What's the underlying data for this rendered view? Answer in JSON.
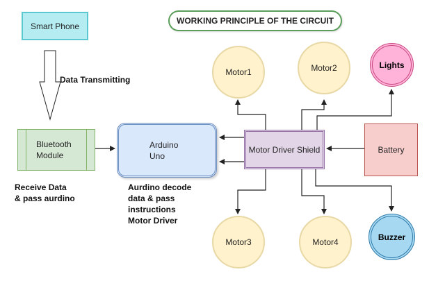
{
  "title": "WORKING PRINCIPLE OF THE CIRCUIT",
  "nodes": {
    "smart_phone": "Smart Phone",
    "bluetooth_line1": "Bluetooth",
    "bluetooth_line2": "Module",
    "arduino_line1": "Arduino",
    "arduino_line2": "Uno",
    "motor_driver": "Motor Driver Shield",
    "battery": "Battery",
    "motor1": "Motor1",
    "motor2": "Motor2",
    "motor3": "Motor3",
    "motor4": "Motor4",
    "lights": "Lights",
    "buzzer": "Buzzer"
  },
  "labels": {
    "data_transmitting": "Data Transmitting",
    "receive_line1": "Receive Data",
    "receive_line2": "& pass aurdino",
    "decode_line1": "Aurdino decode",
    "decode_line2": "data & pass",
    "decode_line3": "instructions",
    "decode_line4": "Motor Driver"
  },
  "colors": {
    "title_border": "#5b9e5b",
    "smart_phone_fill": "#b5ecf1",
    "bluetooth_fill": "#d5e8d4",
    "arduino_fill": "#dae8fc",
    "motor_driver_fill": "#e1d5e7",
    "battery_fill": "#f8cecc",
    "motor_fill": "#fff2cc",
    "lights_fill": "#ffb3d9",
    "buzzer_fill": "#a6d8f2"
  }
}
